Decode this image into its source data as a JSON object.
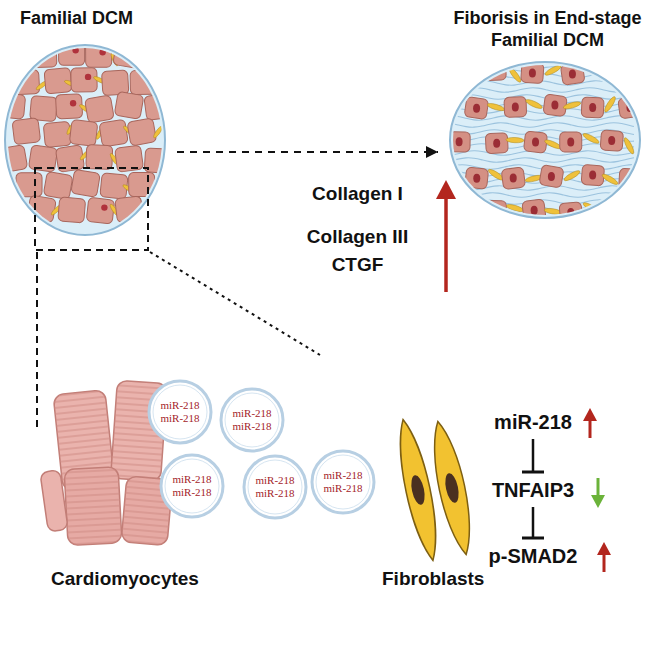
{
  "diagram": {
    "nodes": [
      {
        "text": [
          "Familial DCM"
        ]
      },
      {
        "text": [
          "Fiborisis in End-stage Familial DCM"
        ]
      },
      {
        "text": [
          "miR-218 miR-218"
        ]
      },
      {
        "text": [
          "miR-218 miR-218"
        ]
      },
      {
        "text": [
          "miR-218 miR-218"
        ]
      },
      {
        "text": [
          "miR-218 miR-218"
        ]
      },
      {
        "text": [
          "miR-218 miR-218"
        ]
      },
      {
        "text": [
          "Cardiomyocytes"
        ]
      },
      {
        "text": [
          "Fibroblasts"
        ]
      },
      {
        "text": [
          "miR-218"
        ]
      },
      {
        "text": [
          "TNFAIP3"
        ]
      },
      {
        "text": [
          "p-SMAD2"
        ]
      }
    ],
    "edges": [
      {
        "from": 0,
        "to": 1,
        "arrow": "to"
      },
      {
        "from": 9,
        "to": 10,
        "arrow": "to"
      },
      {
        "from": 10,
        "to": 11,
        "arrow": "to"
      }
    ],
    "labels": [
      "Collagen I",
      "Collagen III",
      "CTGF"
    ]
  }
}
